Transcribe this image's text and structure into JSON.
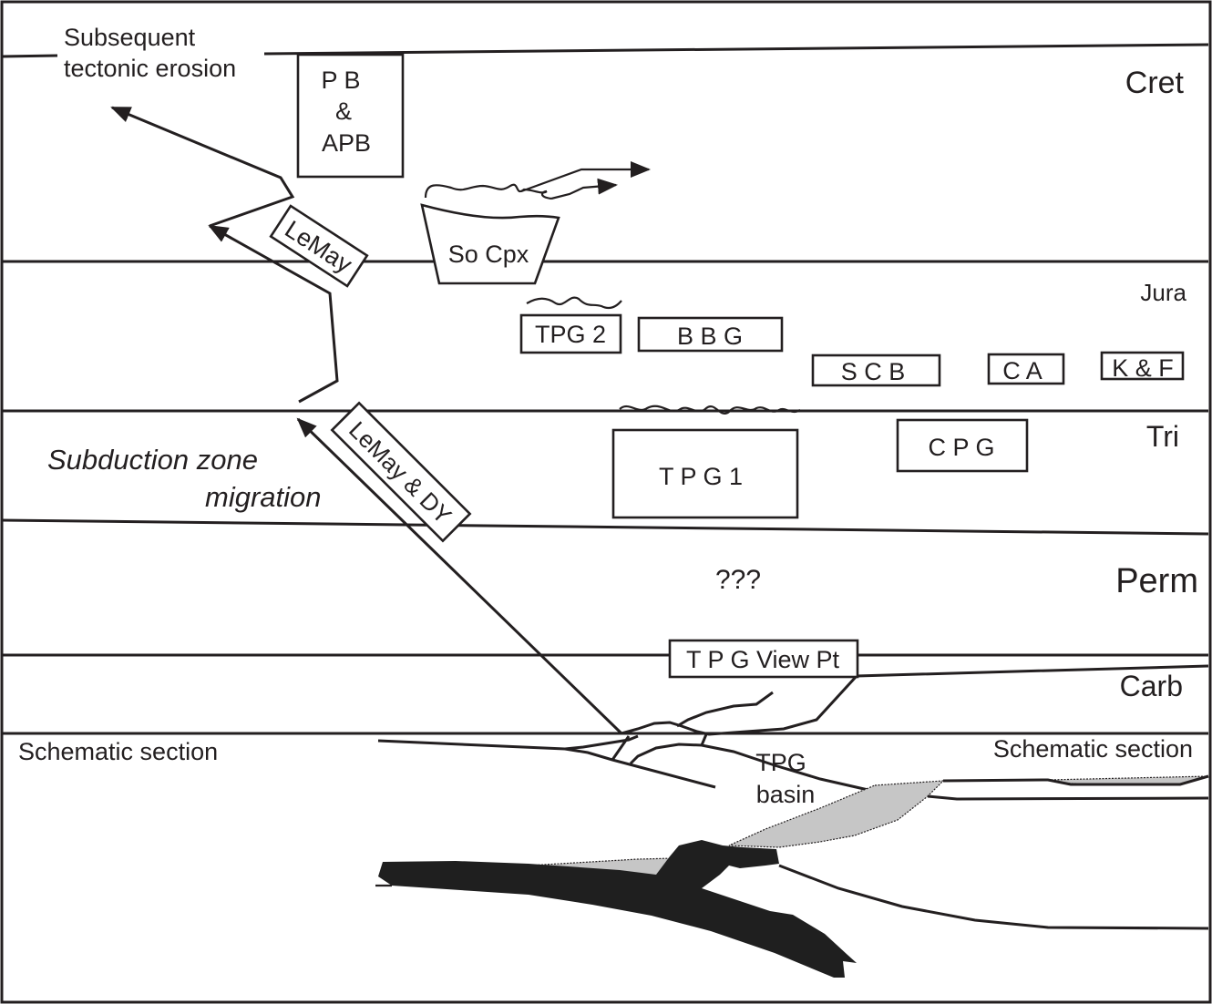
{
  "periods": {
    "cret": "Cret",
    "jura": "Jura",
    "tri": "Tri",
    "perm": "Perm",
    "carb": "Carb"
  },
  "annotations": {
    "erosion_line1": "Subsequent",
    "erosion_line2": "tectonic erosion",
    "migration_line1": "Subduction zone",
    "migration_line2": "migration",
    "unknown": "???",
    "schematic_left": "Schematic section",
    "schematic_right": "Schematic section",
    "basin_line1": "TPG",
    "basin_line2": "basin"
  },
  "boxes": {
    "pb_line1": "P B",
    "pb_line2": "&",
    "pb_line3": "APB",
    "lemay": "LeMay",
    "so_cpx": "So Cpx",
    "tpg2": "TPG 2",
    "bbg": "B B G",
    "scb": "S C B",
    "ca": "C A",
    "kf": "K & F",
    "tpg1": "T P G 1",
    "cpg": "C P G",
    "lemay_dy": "LeMay & DY",
    "tpg_view": "T P G View Pt"
  },
  "colors": {
    "ink": "#231f20",
    "slab": "#1f1f1f",
    "basin_fill": "#c6c6c6"
  }
}
